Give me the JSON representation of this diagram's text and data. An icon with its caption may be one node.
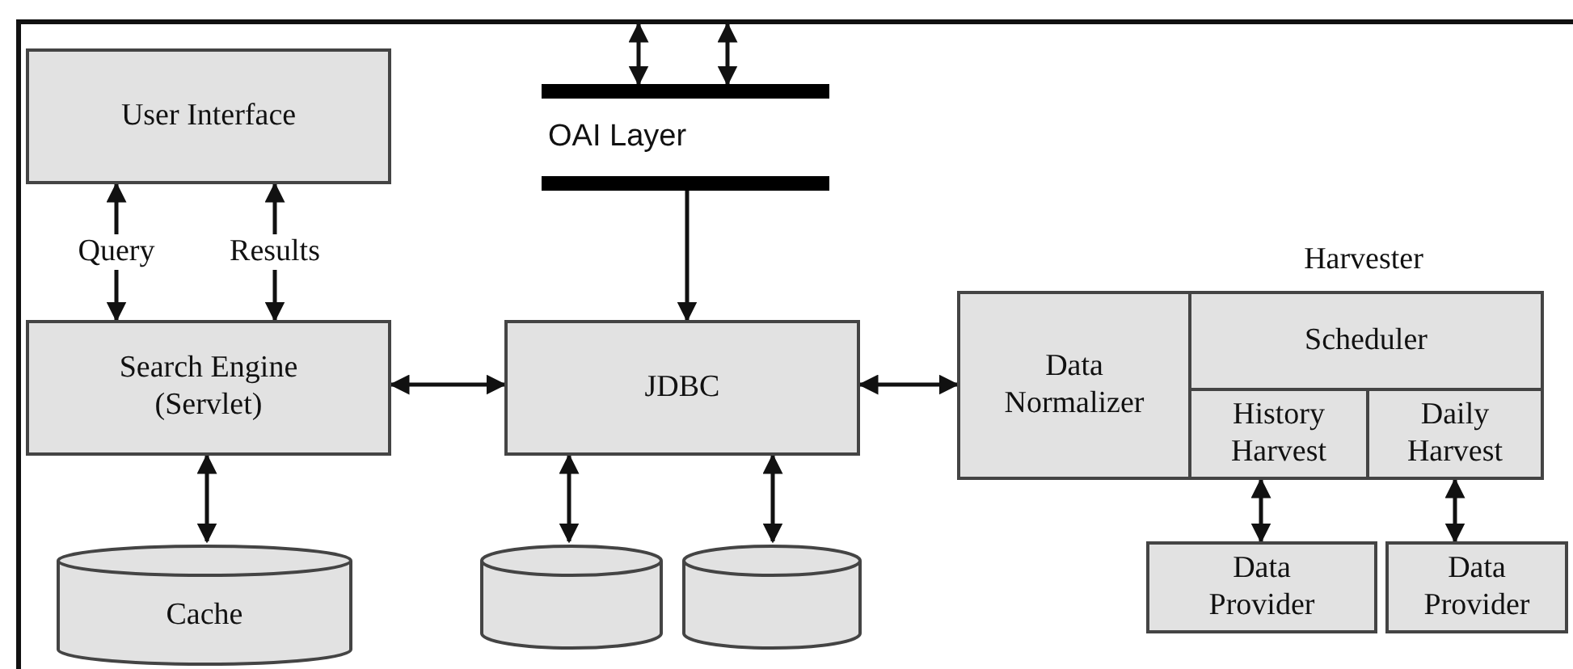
{
  "diagram": {
    "nodes": [
      {
        "text": [
          "User Interface"
        ]
      },
      {
        "text": [
          "Search Engine (Servlet)"
        ]
      },
      {
        "text": [
          "Cache"
        ]
      },
      {
        "text": [
          "OAI Layer"
        ]
      },
      {
        "text": [
          "JDBC"
        ]
      },
      {
        "text": [],
        "shape": "cylinder"
      },
      {
        "text": [],
        "shape": "cylinder"
      },
      {
        "text": [
          "Harvester"
        ]
      },
      {
        "text": [
          "Data Normalizer"
        ],
        "in": 7
      },
      {
        "text": [
          "Scheduler"
        ],
        "in": 7
      },
      {
        "text": [
          "History Harvest"
        ],
        "in": 7
      },
      {
        "text": [
          "Daily Harvest"
        ],
        "in": 7
      },
      {
        "text": [
          "Data Provider"
        ]
      },
      {
        "text": [
          "Data Provider"
        ]
      }
    ],
    "edges": [
      {
        "from": 0,
        "to": 1,
        "arrow": "both",
        "label": "Query"
      },
      {
        "from": 0,
        "to": 1,
        "arrow": "both",
        "label": "Results"
      },
      {
        "from": 1,
        "to": 4,
        "arrow": "both"
      },
      {
        "from": 1,
        "to": 2,
        "arrow": "both"
      },
      {
        "from": null,
        "to": 3,
        "arrow": "both"
      },
      {
        "from": null,
        "to": 3,
        "arrow": "both"
      },
      {
        "from": 3,
        "to": 4,
        "arrow": "to"
      },
      {
        "from": 4,
        "to": 5,
        "arrow": "both"
      },
      {
        "from": 4,
        "to": 6,
        "arrow": "both"
      },
      {
        "from": 4,
        "to": 8,
        "arrow": "both"
      },
      {
        "from": 10,
        "to": 12,
        "arrow": "both"
      },
      {
        "from": 11,
        "to": 13,
        "arrow": "both"
      }
    ]
  }
}
